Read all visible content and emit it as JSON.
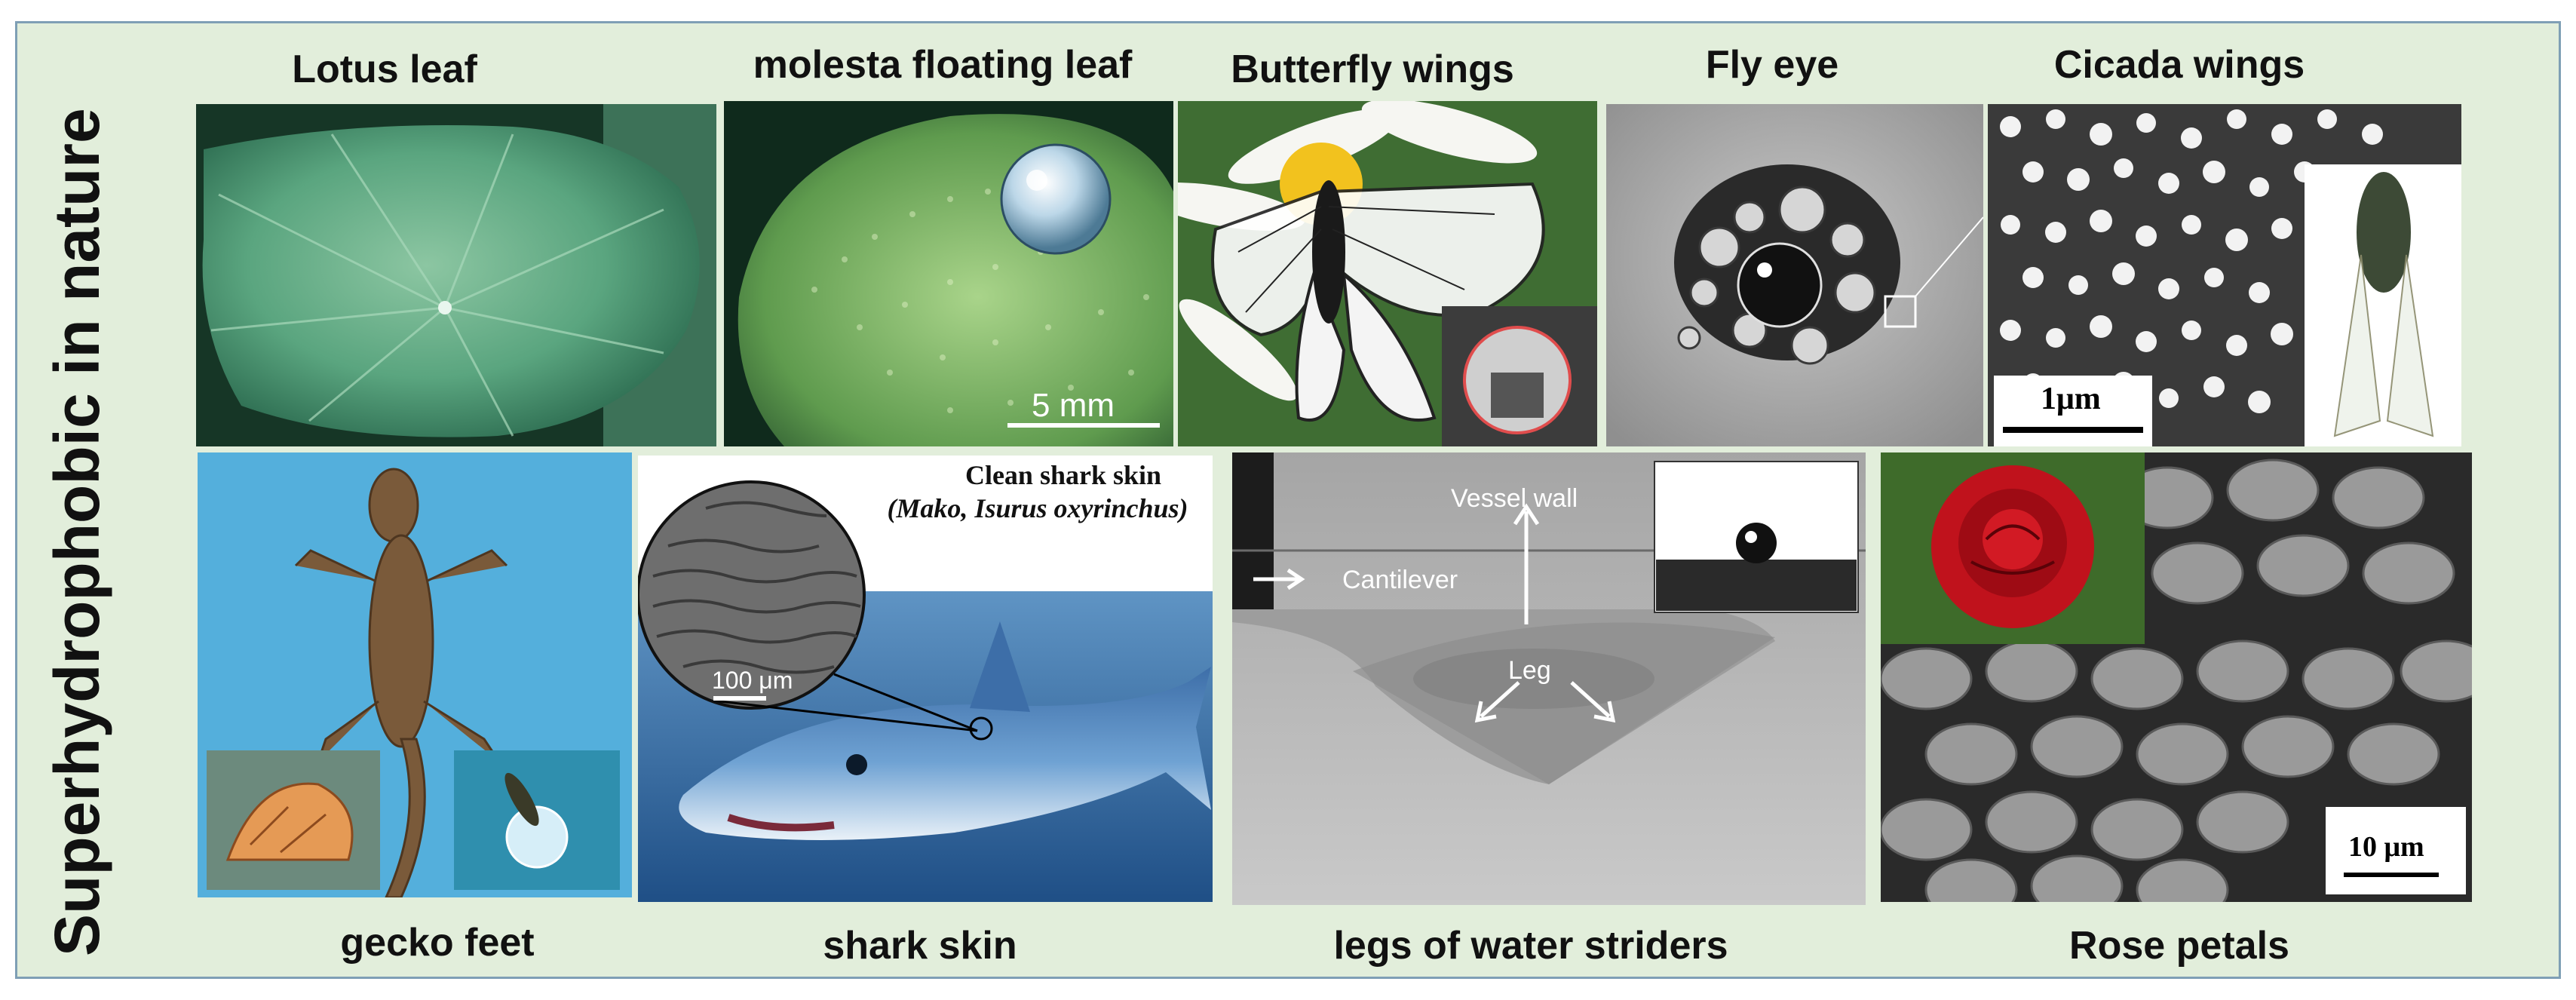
{
  "figure": {
    "side_title": "Superhydrophobic in nature",
    "top_captions": [
      "Lotus leaf",
      "molesta floating leaf",
      "Butterfly wings",
      "Fly eye",
      "Cicada wings"
    ],
    "bottom_captions": [
      "gecko feet",
      "shark skin",
      "legs of water striders",
      "Rose petals"
    ]
  },
  "panels": {
    "molesta": {
      "scale": "5 mm"
    },
    "cicada": {
      "scale": "1μm"
    },
    "shark": {
      "title": "Clean shark skin",
      "species": "(Mako, Isurus oxyrinchus)",
      "scale": "100 μm"
    },
    "strider": {
      "vessel_wall": "Vessel wall",
      "cantilever": "Cantilever",
      "leg": "Leg"
    },
    "rose": {
      "scale": "10 μm"
    }
  },
  "colors": {
    "background": "#e2eedb",
    "border": "#7f9fb5"
  }
}
